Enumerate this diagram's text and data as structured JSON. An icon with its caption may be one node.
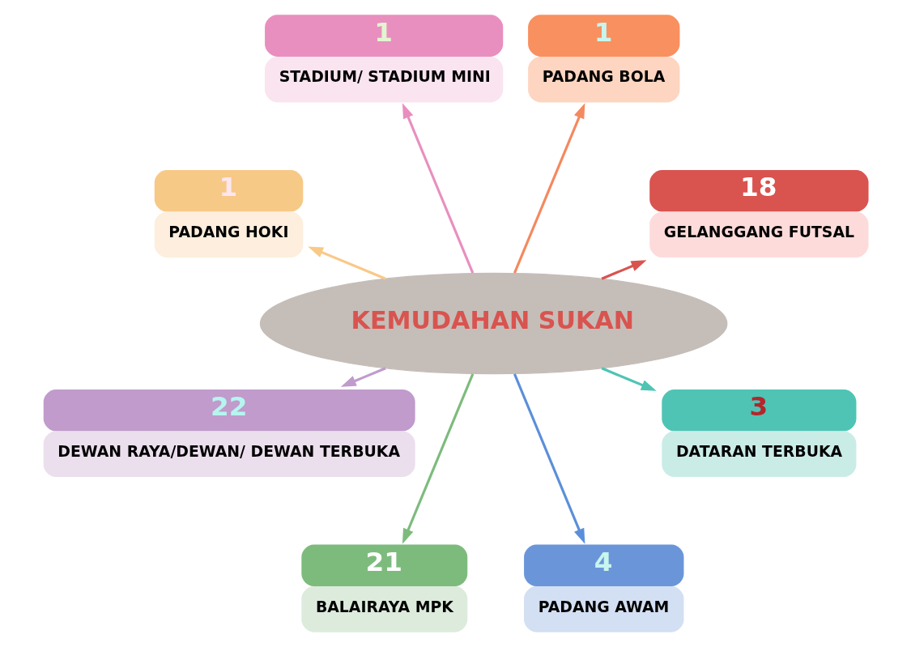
{
  "diagram": {
    "nodes": [
      {
        "text": [
          "KEMUDAHAN SUKAN"
        ]
      },
      {
        "text": [
          "18",
          "GELANGGANG FUTSAL"
        ]
      },
      {
        "text": [
          "1",
          "PADANG BOLA"
        ]
      },
      {
        "text": [
          "1",
          "STADIUM/ STADIUM MINI"
        ]
      },
      {
        "text": [
          "1",
          "PADANG HOKI"
        ]
      },
      {
        "text": [
          "22",
          "DEWAN RAYA/DEWAN/ DEWAN TERBUKA"
        ]
      },
      {
        "text": [
          "21",
          "BALAIRAYA MPK"
        ]
      },
      {
        "text": [
          "4",
          "PADANG AWAM"
        ]
      },
      {
        "text": [
          "3",
          "DATARAN TERBUKA"
        ]
      }
    ],
    "edges": [
      {
        "from": 0,
        "to": 1,
        "arrow": "to",
        "color": "#d9534f"
      },
      {
        "from": 0,
        "to": 2,
        "arrow": "to",
        "color": "#f4895f"
      },
      {
        "from": 0,
        "to": 3,
        "arrow": "to",
        "color": "#e88fbf"
      },
      {
        "from": 0,
        "to": 4,
        "arrow": "to",
        "color": "#f9c987"
      },
      {
        "from": 0,
        "to": 5,
        "arrow": "to",
        "color": "#c09bcc"
      },
      {
        "from": 0,
        "to": 6,
        "arrow": "to",
        "color": "#7dbb7d"
      },
      {
        "from": 0,
        "to": 7,
        "arrow": "to",
        "color": "#5b8fd9"
      },
      {
        "from": 0,
        "to": 8,
        "arrow": "to",
        "color": "#4fc4b4"
      }
    ]
  }
}
